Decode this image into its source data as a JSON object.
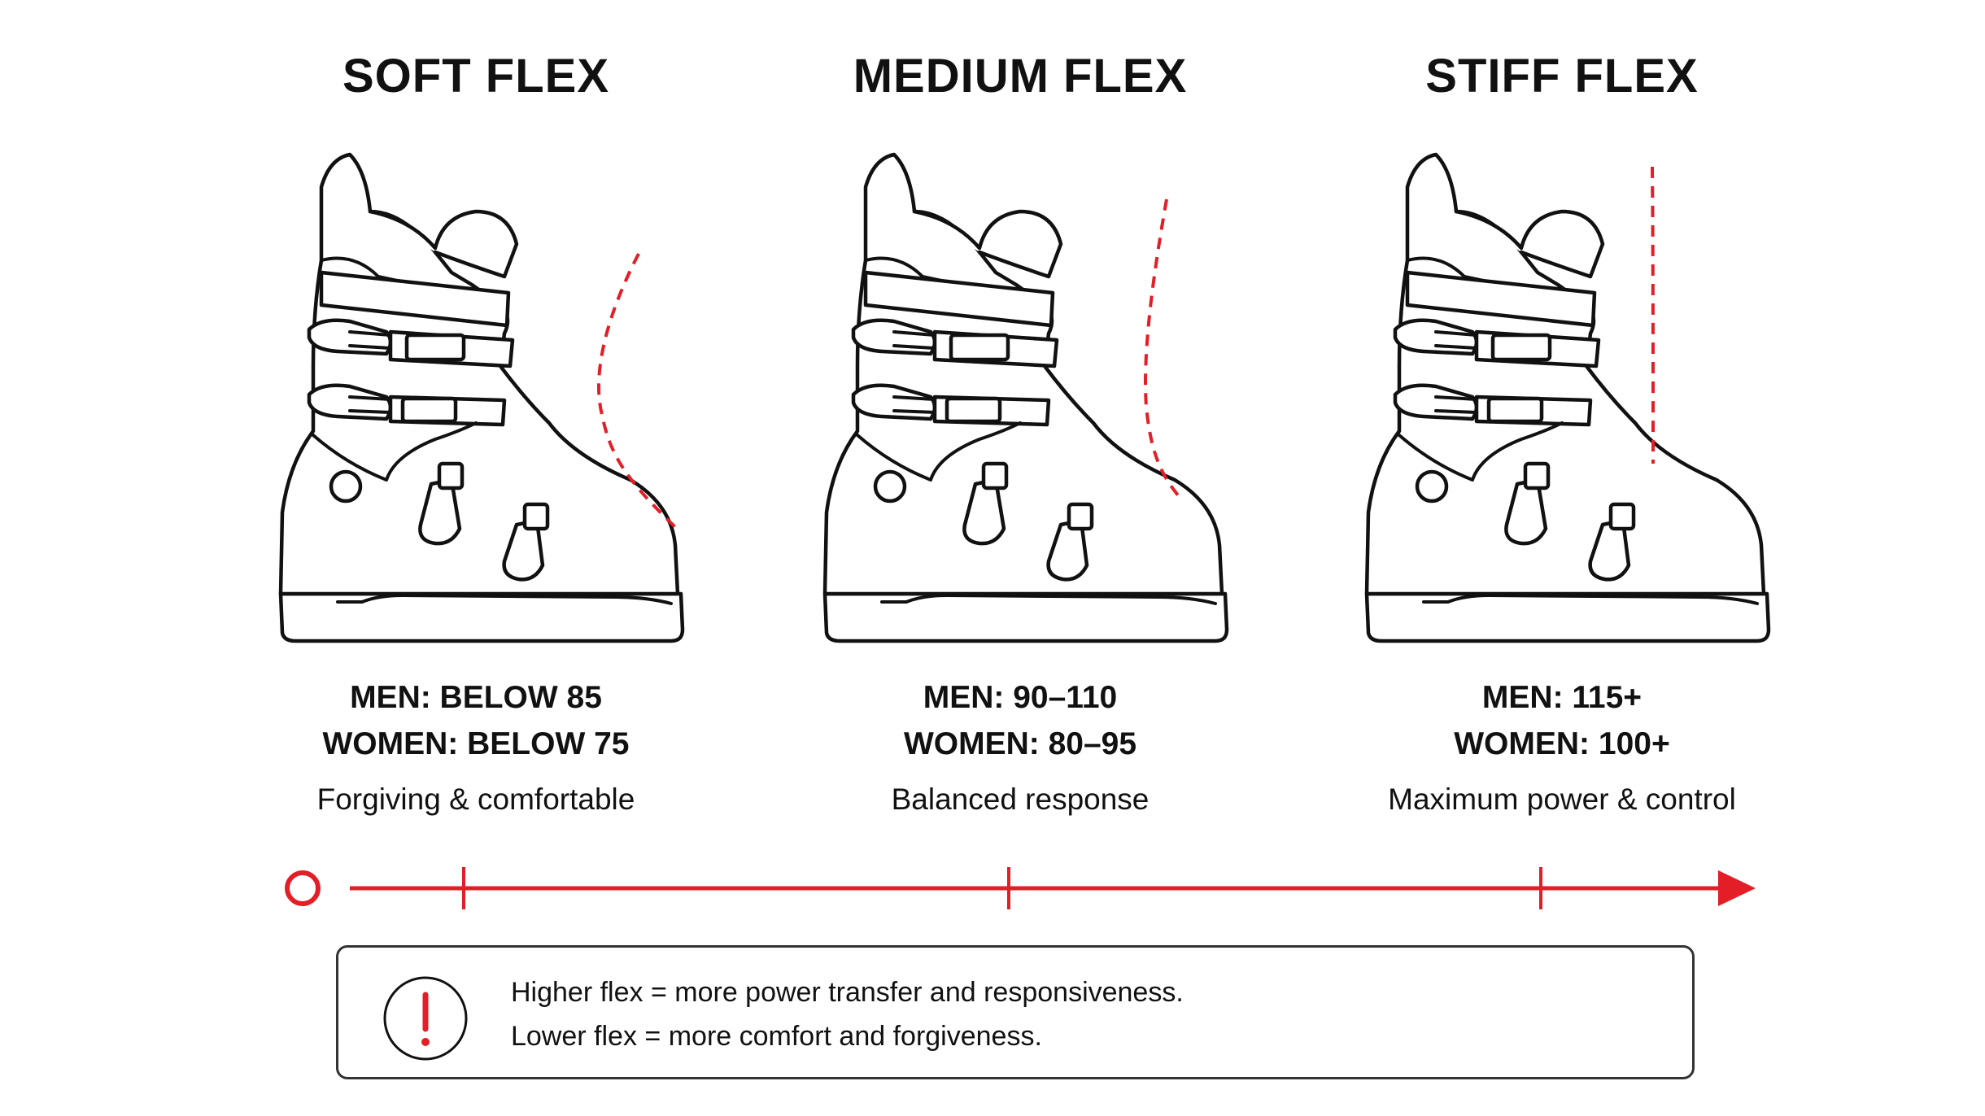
{
  "colors": {
    "accent": "#e41e26",
    "ink": "#111111"
  },
  "categories": [
    {
      "title": "SOFT FLEX",
      "men": "MEN: BELOW 85",
      "women": "WOMEN: BELOW 75",
      "description": "Forgiving & comfortable"
    },
    {
      "title": "MEDIUM FLEX",
      "men": "MEN: 90–110",
      "women": "WOMEN: 80–95",
      "description": "Balanced response"
    },
    {
      "title": "STIFF FLEX",
      "men": "MEN: 115+",
      "women": "WOMEN: 100+",
      "description": "Maximum power & control"
    }
  ],
  "note": {
    "icon": "exclamation-circle-icon",
    "line1": "Higher flex = more power transfer and responsiveness.",
    "line2": "Lower flex = more comfort and forgiveness."
  }
}
